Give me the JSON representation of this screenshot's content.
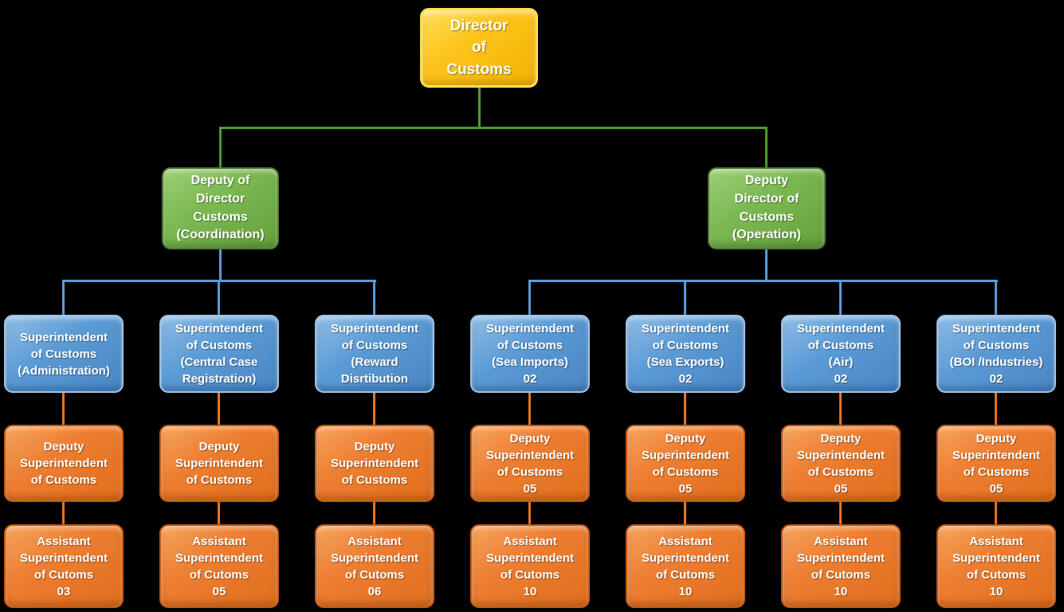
{
  "colors": {
    "background": "#000000",
    "director_fill": "#FDC51D",
    "director_rim": "#FFE14D",
    "deputy_fill": "#7CB953",
    "deputy_border": "#4F7C30",
    "superintendent_fill": "#5B9BD5",
    "superintendent_border": "#9DC3E6",
    "officer_fill": "#ED7D31",
    "officer_border": "#C55A11",
    "connector_green": "#4E9A32",
    "connector_blue": "#5B9BD5",
    "connector_orange": "#E8741F",
    "text": "#FFFFFF"
  },
  "org_chart": {
    "director": {
      "title": [
        "Director",
        "of",
        "Customs"
      ]
    },
    "deputies": [
      {
        "name": "coordination",
        "title": [
          "Deputy of",
          "Director",
          "Customs",
          "(Coordination)"
        ]
      },
      {
        "name": "operation",
        "title": [
          "Deputy",
          "Director of",
          "Customs",
          "(Operation)"
        ]
      }
    ],
    "columns": [
      {
        "branch": "coordination",
        "superintendent": [
          "Superintendent",
          "of Customs",
          "(Administration)"
        ],
        "deputy_superintendent": [
          "Deputy",
          "Superintendent",
          "of Customs"
        ],
        "assistant_superintendent": [
          "Assistant",
          "Superintendent",
          "of Cutoms",
          "03"
        ]
      },
      {
        "branch": "coordination",
        "superintendent": [
          "Superintendent",
          "of Customs",
          "(Central Case",
          "Registration)"
        ],
        "deputy_superintendent": [
          "Deputy",
          "Superintendent",
          "of Customs"
        ],
        "assistant_superintendent": [
          "Assistant",
          "Superintendent",
          "of Cutoms",
          "05"
        ]
      },
      {
        "branch": "coordination",
        "superintendent": [
          "Superintendent",
          "of Customs",
          "(Reward",
          "Disrtibution"
        ],
        "deputy_superintendent": [
          "Deputy",
          "Superintendent",
          "of Customs"
        ],
        "assistant_superintendent": [
          "Assistant",
          "Superintendent",
          "of Cutoms",
          "06"
        ]
      },
      {
        "branch": "operation",
        "superintendent": [
          "Superintendent",
          "of Customs",
          "(Sea Imports)",
          "02"
        ],
        "deputy_superintendent": [
          "Deputy",
          "Superintendent",
          "of Customs",
          "05"
        ],
        "assistant_superintendent": [
          "Assistant",
          "Superintendent",
          "of Cutoms",
          "10"
        ]
      },
      {
        "branch": "operation",
        "superintendent": [
          "Superintendent",
          "of Customs",
          "(Sea Exports)",
          "02"
        ],
        "deputy_superintendent": [
          "Deputy",
          "Superintendent",
          "of Customs",
          "05"
        ],
        "assistant_superintendent": [
          "Assistant",
          "Superintendent",
          "of Cutoms",
          "10"
        ]
      },
      {
        "branch": "operation",
        "superintendent": [
          "Superintendent",
          "of Customs",
          "(Air)",
          "02"
        ],
        "deputy_superintendent": [
          "Deputy",
          "Superintendent",
          "of Customs",
          "05"
        ],
        "assistant_superintendent": [
          "Assistant",
          "Superintendent",
          "of Cutoms",
          "10"
        ]
      },
      {
        "branch": "operation",
        "superintendent": [
          "Superintendent",
          "of Customs",
          "(BOI /Industries)",
          "02"
        ],
        "deputy_superintendent": [
          "Deputy",
          "Superintendent",
          "of Customs",
          "05"
        ],
        "assistant_superintendent": [
          "Assistant",
          "Superintendent",
          "of Cutoms",
          "10"
        ]
      }
    ]
  }
}
